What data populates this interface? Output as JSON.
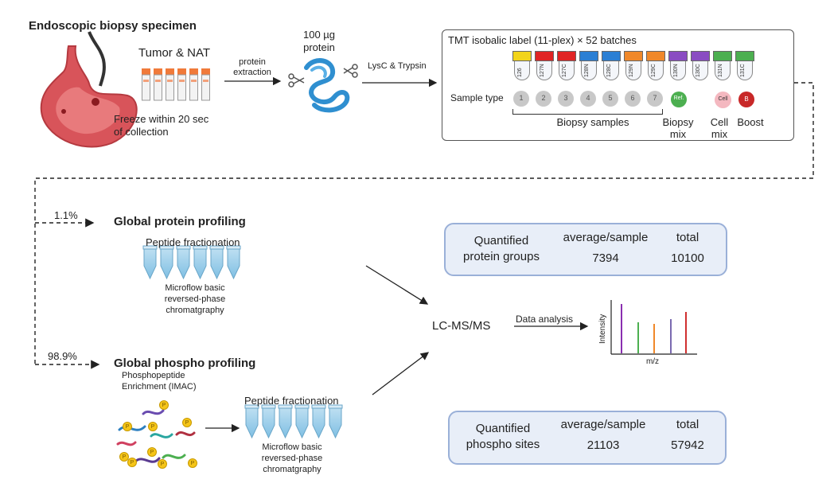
{
  "specimen": {
    "title": "Endoscopic biopsy specimen",
    "tumor_nat": "Tumor & NAT",
    "freeze_line1": "Freeze within 20 sec",
    "freeze_line2": "of collection"
  },
  "extraction": {
    "line1": "protein",
    "line2": "extraction"
  },
  "protein_amount": {
    "line1": "100 µg",
    "line2": "protein"
  },
  "digestion": "LysC & Trypsin",
  "tmt": {
    "title": "TMT isobalic label (11-plex) × 52 batches",
    "sample_type_label": "Sample type",
    "channels": [
      {
        "label": "126",
        "color": "#f2d41a"
      },
      {
        "label": "127N",
        "color": "#e02424"
      },
      {
        "label": "127C",
        "color": "#e02424"
      },
      {
        "label": "128N",
        "color": "#2b7fd4"
      },
      {
        "label": "128C",
        "color": "#2b7fd4"
      },
      {
        "label": "129N",
        "color": "#f0882a"
      },
      {
        "label": "129C",
        "color": "#f0882a"
      },
      {
        "label": "130N",
        "color": "#8a4cc2"
      },
      {
        "label": "130C",
        "color": "#8a4cc2"
      },
      {
        "label": "131N",
        "color": "#4caf50"
      },
      {
        "label": "131C",
        "color": "#4caf50"
      }
    ],
    "samples": [
      "1",
      "2",
      "3",
      "4",
      "5",
      "6",
      "7"
    ],
    "ref_label": "Ref.",
    "cell_label": "Cell",
    "boost_label": "B",
    "biopsy_samples": "Biopsy samples",
    "biopsy_mix_line1": "Biopsy",
    "biopsy_mix_line2": "mix",
    "cell_mix_line1": "Cell",
    "cell_mix_line2": "mix",
    "boost": "Boost"
  },
  "protein_profiling": {
    "percent": "1.1%",
    "title": "Global protein profiling",
    "fractionation": "Peptide fractionation",
    "method_line1": "Microflow basic",
    "method_line2": "reversed-phase",
    "method_line3": "chromatgraphy"
  },
  "phospho_profiling": {
    "percent": "98.9%",
    "title": "Global phospho profiling",
    "enrichment_line1": "Phosphopeptide",
    "enrichment_line2": "Enrichment (IMAC)",
    "fractionation": "Peptide fractionation",
    "method_line1": "Microflow basic",
    "method_line2": "reversed-phase",
    "method_line3": "chromatgraphy",
    "phospho_marker": "P"
  },
  "lcms": "LC-MS/MS",
  "data_analysis": "Data analysis",
  "spectrum": {
    "xlabel": "m/z",
    "ylabel": "Intensity"
  },
  "protein_quant": {
    "label_line1": "Quantified",
    "label_line2": "protein groups",
    "avg_header": "average/sample",
    "total_header": "total",
    "avg_value": "7394",
    "total_value": "10100"
  },
  "phospho_quant": {
    "label_line1": "Quantified",
    "label_line2": "phospho sites",
    "avg_header": "average/sample",
    "total_header": "total",
    "avg_value": "21103",
    "total_value": "57942"
  }
}
